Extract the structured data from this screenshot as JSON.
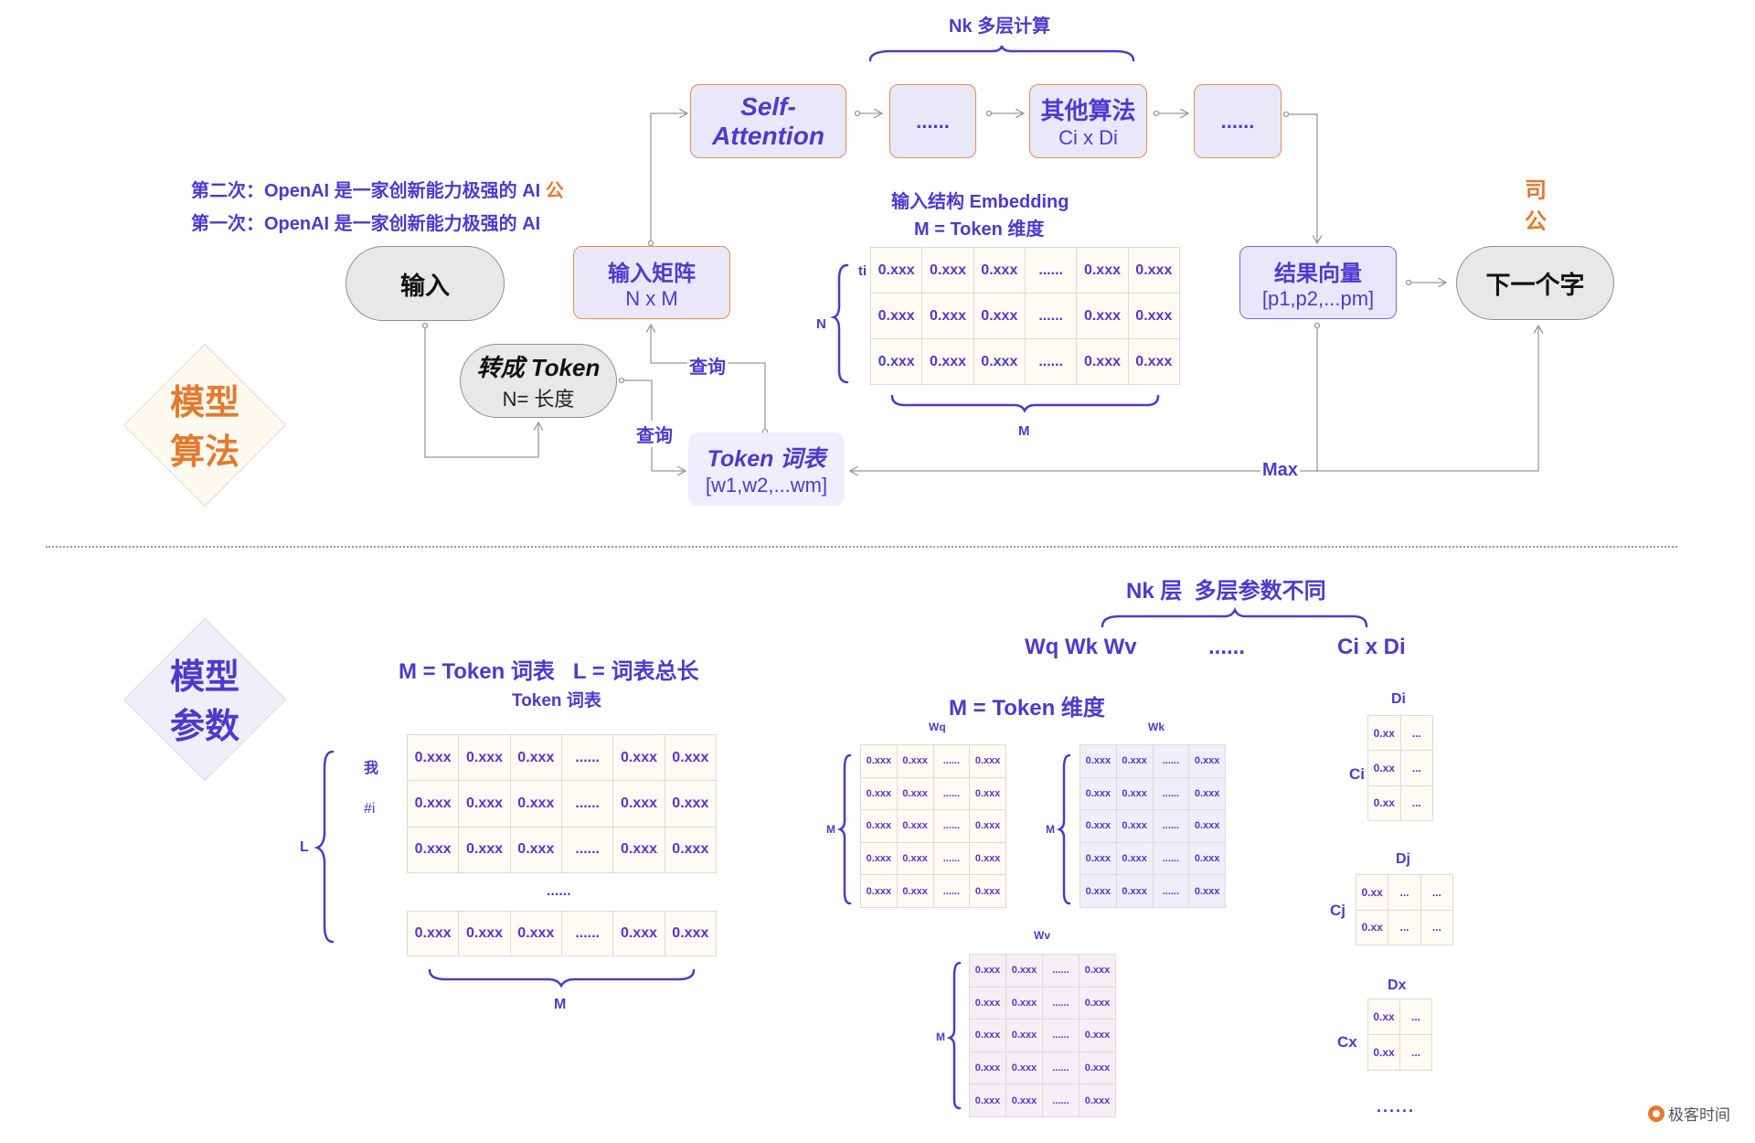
{
  "colors": {
    "primary": "#5038d0",
    "accent": "#e47a2e",
    "node_fill": "#e9e8fb",
    "pill_fill": "#e8e8e8",
    "cell_cream": "#fdfbf3"
  },
  "top": {
    "section_label": [
      "模型",
      "算法"
    ],
    "sentences": {
      "second": {
        "prefix": "第二次：OpenAI 是一家创新能力极强的 AI",
        "next_char": "公"
      },
      "first": "第一次：OpenAI 是一家创新能力极强的 AI"
    },
    "layers_caption": "Nk 多层计算",
    "nodes": {
      "input": "输入",
      "to_token": {
        "title": "转成 Token",
        "sub": "N= 长度"
      },
      "input_matrix": {
        "title": "输入矩阵",
        "sub": "N x M"
      },
      "self_attention": "Self- Attention",
      "ellipsis_1": "......",
      "other_algo": {
        "title": "其他算法",
        "sub": "Ci x Di"
      },
      "ellipsis_2": "......",
      "result_vector": {
        "title": "结果向量",
        "sub": "[p1,p2,...pm]"
      },
      "next_char": "下一个字",
      "token_vocab": {
        "title": "Token 词表",
        "sub": "[w1,w2,...wm]"
      }
    },
    "edge_labels": {
      "query_1": "查询",
      "query_2": "查询",
      "max": "Max"
    },
    "output_chars": [
      "司",
      "公"
    ],
    "embedding": {
      "title": "输入结构 Embedding",
      "subtitle": "M = Token 维度",
      "row_label": "ti",
      "rows_brace_label": "N",
      "cols_brace_label": "M",
      "rows": [
        [
          "0.xxx",
          "0.xxx",
          "0.xxx",
          "......",
          "0.xxx",
          "0.xxx"
        ],
        [
          "0.xxx",
          "0.xxx",
          "0.xxx",
          "......",
          "0.xxx",
          "0.xxx"
        ],
        [
          "0.xxx",
          "0.xxx",
          "0.xxx",
          "......",
          "0.xxx",
          "0.xxx"
        ]
      ]
    }
  },
  "bottom": {
    "section_label": [
      "模型",
      "参数"
    ],
    "vocab": {
      "title": "M = Token 词表   L = 词表总长",
      "subtitle": "Token 词表",
      "row_labels": [
        "我",
        "#i",
        ""
      ],
      "rows": [
        [
          "0.xxx",
          "0.xxx",
          "0.xxx",
          "......",
          "0.xxx",
          "0.xxx"
        ],
        [
          "0.xxx",
          "0.xxx",
          "0.xxx",
          "......",
          "0.xxx",
          "0.xxx"
        ],
        [
          "0.xxx",
          "0.xxx",
          "0.xxx",
          "......",
          "0.xxx",
          "0.xxx"
        ]
      ],
      "gap": "......",
      "last_row": [
        "0.xxx",
        "0.xxx",
        "0.xxx",
        "......",
        "0.xxx",
        "0.xxx"
      ],
      "rows_brace_label": "L",
      "cols_brace_label": "M"
    },
    "layers_caption": "Nk 层  多层参数不同",
    "layer_items": [
      "Wq Wk Wv",
      "......",
      "Ci x Di"
    ],
    "weights_caption": "M = Token 维度",
    "weights": [
      {
        "name": "Wq",
        "brace_label": "M",
        "rows": [
          [
            "0.xxx",
            "0.xxx",
            "......",
            "0.xxx"
          ],
          [
            "0.xxx",
            "0.xxx",
            "......",
            "0.xxx"
          ],
          [
            "0.xxx",
            "0.xxx",
            "......",
            "0.xxx"
          ],
          [
            "0.xxx",
            "0.xxx",
            "......",
            "0.xxx"
          ],
          [
            "0.xxx",
            "0.xxx",
            "......",
            "0.xxx"
          ]
        ]
      },
      {
        "name": "Wk",
        "brace_label": "M",
        "rows": [
          [
            "0.xxx",
            "0.xxx",
            "......",
            "0.xxx"
          ],
          [
            "0.xxx",
            "0.xxx",
            "......",
            "0.xxx"
          ],
          [
            "0.xxx",
            "0.xxx",
            "......",
            "0.xxx"
          ],
          [
            "0.xxx",
            "0.xxx",
            "......",
            "0.xxx"
          ],
          [
            "0.xxx",
            "0.xxx",
            "......",
            "0.xxx"
          ]
        ]
      },
      {
        "name": "Wv",
        "brace_label": "M",
        "rows": [
          [
            "0.xxx",
            "0.xxx",
            "......",
            "0.xxx"
          ],
          [
            "0.xxx",
            "0.xxx",
            "......",
            "0.xxx"
          ],
          [
            "0.xxx",
            "0.xxx",
            "......",
            "0.xxx"
          ],
          [
            "0.xxx",
            "0.xxx",
            "......",
            "0.xxx"
          ],
          [
            "0.xxx",
            "0.xxx",
            "......",
            "0.xxx"
          ]
        ]
      }
    ],
    "small_matrices": [
      {
        "col_label": "Di",
        "row_label": "Ci",
        "rows": [
          [
            "0.xx",
            "..."
          ],
          [
            "0.xx",
            "..."
          ],
          [
            "0.xx",
            "..."
          ]
        ]
      },
      {
        "col_label": "Dj",
        "row_label": "Cj",
        "rows": [
          [
            "0.xx",
            "...",
            "..."
          ],
          [
            "0.xx",
            "...",
            "..."
          ]
        ]
      },
      {
        "col_label": "Dx",
        "row_label": "Cx",
        "rows": [
          [
            "0.xx",
            "..."
          ],
          [
            "0.xx",
            "..."
          ]
        ]
      }
    ],
    "more": "......"
  },
  "watermark": "极客时间"
}
